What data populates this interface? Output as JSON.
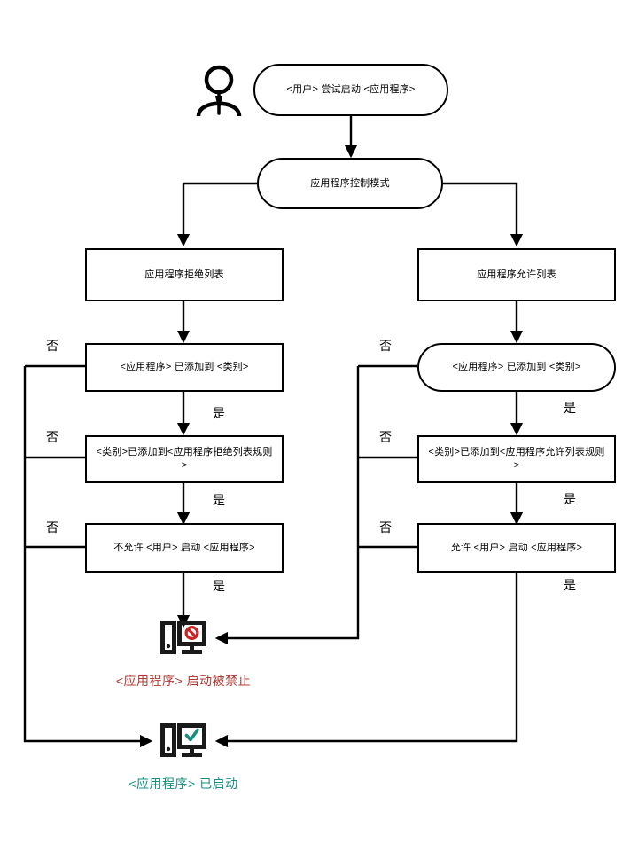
{
  "diagram": {
    "title": "Application Control startup decision flow",
    "type": "flowchart",
    "colors": {
      "stroke": "#000000",
      "background": "#ffffff",
      "blocked_text": "#b03a33",
      "blocked_sign": "#cc2222",
      "allowed_text": "#139080",
      "allowed_check": "#139080"
    },
    "labels": {
      "yes": "是",
      "no": "否"
    },
    "nodes": {
      "start": "<用户> 尝试启动 <应用程序>",
      "mode": "应用程序控制模式",
      "denylist": "应用程序拒绝列表",
      "allowlist": "应用程序允许列表",
      "deny_app_in_category": "<应用程序> 已添加到 <类别>",
      "allow_app_in_category": "<应用程序> 已添加到 <类别>",
      "deny_category_in_rule": "<类别>已添加到<应用程序拒绝列表规则>",
      "allow_category_in_rule": "<类别>已添加到<应用程序允许列表规则>",
      "deny_user_block": "不允许 <用户> 启动 <应用程序>",
      "allow_user_start": "允许 <用户> 启动 <应用程序>"
    },
    "outcomes": {
      "blocked_caption": "<应用程序> 启动被禁止",
      "allowed_caption": "<应用程序> 已启动"
    },
    "icons": {
      "actor": "user-actor-icon",
      "blocked": "computer-blocked-icon",
      "allowed": "computer-allowed-icon"
    },
    "edge_labels": {
      "left_no_1": "否",
      "left_no_2": "否",
      "left_no_3": "否",
      "left_yes_1": "是",
      "left_yes_2": "是",
      "left_yes_3": "是",
      "right_no_1": "否",
      "right_no_2": "否",
      "right_no_3": "否",
      "right_yes_1": "是",
      "right_yes_2": "是",
      "right_yes_3": "是"
    }
  }
}
